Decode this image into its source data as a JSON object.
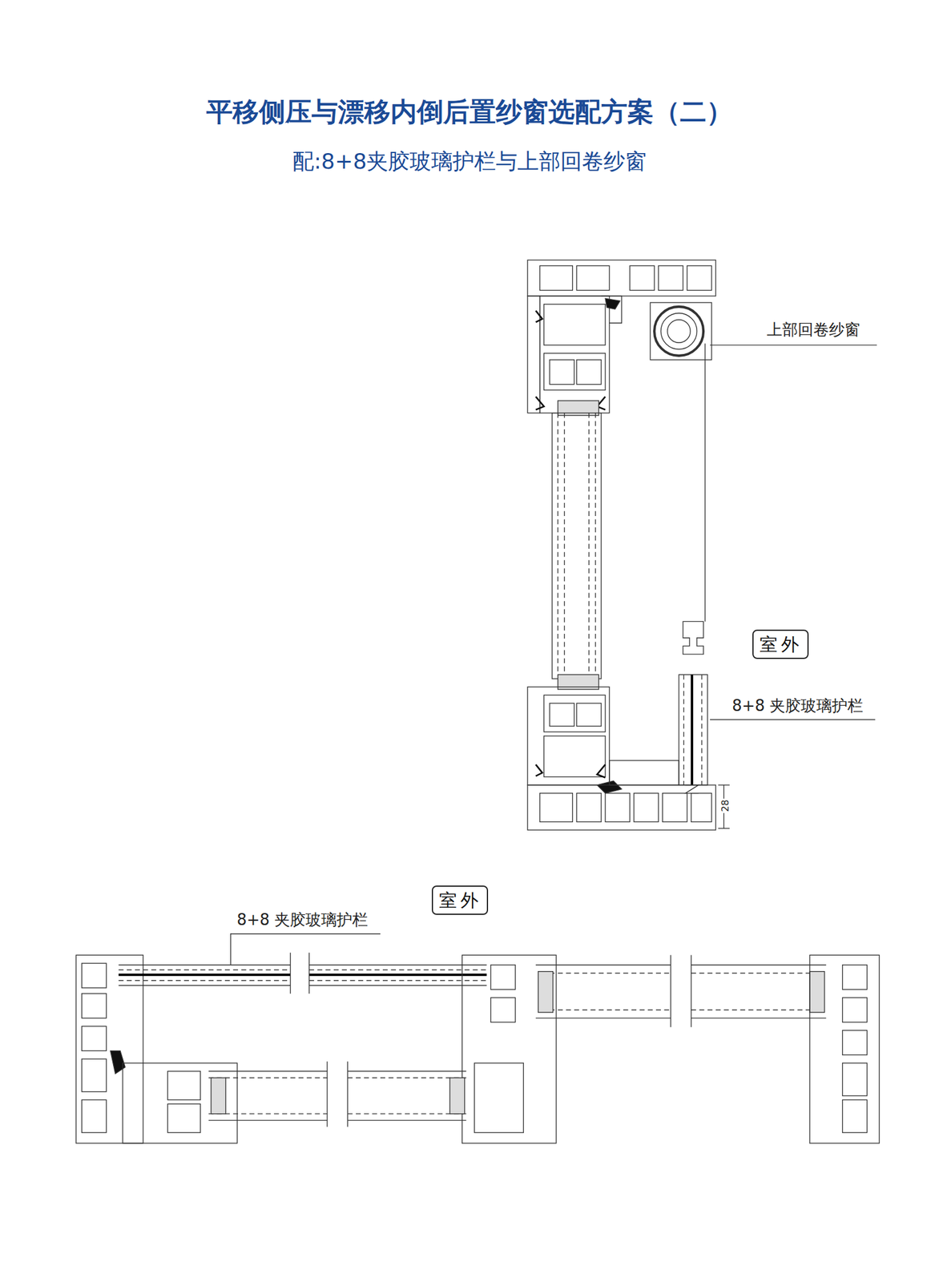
{
  "diagram": {
    "title": "平移侧压与漂移内倒后置纱窗选配方案（二）",
    "nodes": [
      {
        "text": [
          "室外"
        ]
      },
      {
        "text": [
          "室外"
        ]
      }
    ],
    "labels": [
      "配:8+8夹胶玻璃护栏与上部回卷纱窗",
      "上部回卷纱窗",
      "8+8 夹胶玻璃护栏",
      "28",
      "8+8 夹胶玻璃护栏"
    ]
  }
}
